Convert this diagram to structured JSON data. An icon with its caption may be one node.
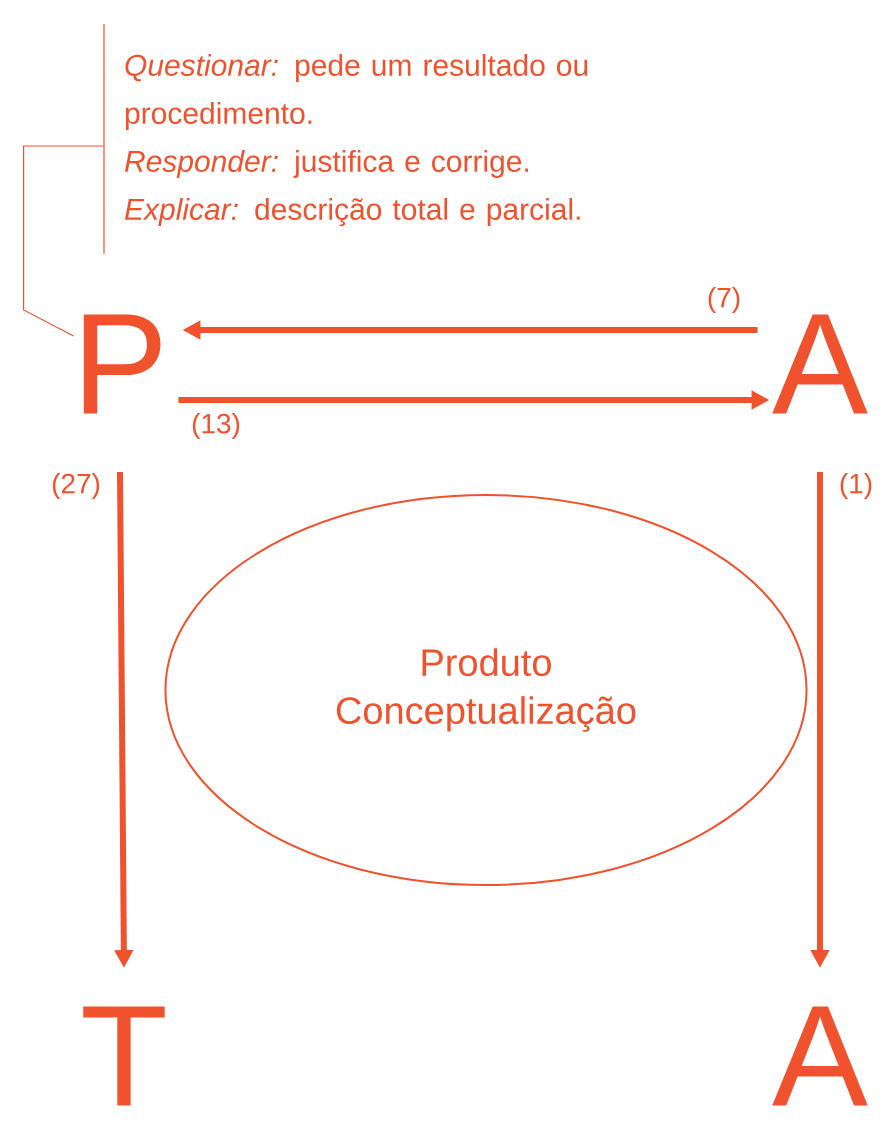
{
  "diagram": {
    "nodes": [
      {
        "text": [
          "*Questionar:* pede um resultado ou procedimento.",
          "*Responder:* justifica e corrige.",
          "*Explicar:* descrição total e parcial."
        ]
      },
      {
        "text": [
          "P"
        ]
      },
      {
        "text": [
          "A"
        ]
      },
      {
        "text": [
          "T"
        ]
      },
      {
        "text": [
          "A"
        ]
      },
      {
        "text": [
          "Produto Conceptualização"
        ]
      }
    ],
    "edges": [
      {
        "from": 2,
        "to": 1,
        "arrow": "to",
        "label": "(7)"
      },
      {
        "from": 1,
        "to": 2,
        "arrow": "to",
        "label": "(13)"
      },
      {
        "from": 1,
        "to": 3,
        "arrow": "to",
        "label": "(27)"
      },
      {
        "from": 2,
        "to": 4,
        "arrow": "to",
        "label": "(1)"
      },
      {
        "from": 0,
        "to": 1,
        "arrow": "none"
      }
    ]
  }
}
